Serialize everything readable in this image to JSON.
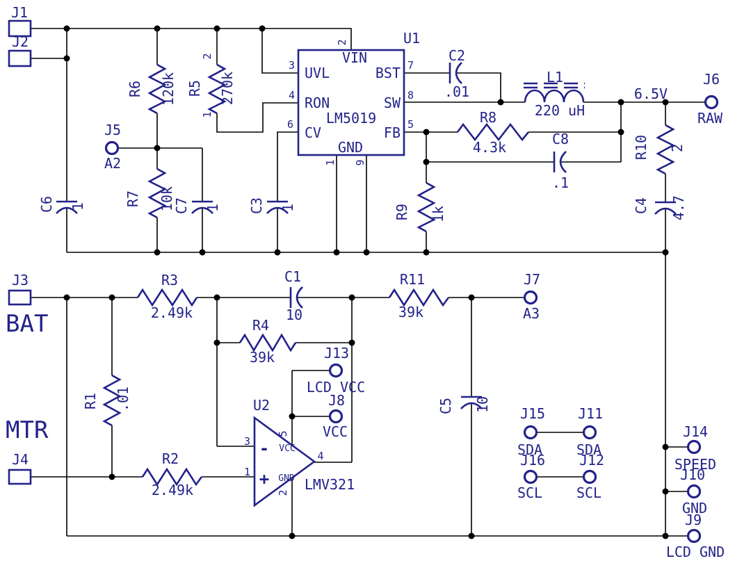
{
  "colors": {
    "wire": "#000000",
    "symbol": "#22228a",
    "background": "#ffffff"
  },
  "nets": {
    "output": "6.5V"
  },
  "connectors": {
    "j1": {
      "ref": "J1"
    },
    "j2": {
      "ref": "J2"
    },
    "j3": {
      "ref": "J3",
      "net": "BAT"
    },
    "j4": {
      "ref": "J4",
      "net": "MTR"
    },
    "j5": {
      "ref": "J5",
      "net": "A2"
    },
    "j6": {
      "ref": "J6",
      "net": "RAW"
    },
    "j7": {
      "ref": "J7",
      "net": "A3"
    },
    "j8": {
      "ref": "J8",
      "net": "VCC"
    },
    "j9": {
      "ref": "J9",
      "net": "LCD GND"
    },
    "j10": {
      "ref": "J10",
      "net": "GND"
    },
    "j11": {
      "ref": "J11",
      "net": "SDA"
    },
    "j12": {
      "ref": "J12",
      "net": "SCL"
    },
    "j13": {
      "ref": "J13",
      "net": "LCD VCC"
    },
    "j14": {
      "ref": "J14",
      "net": "SPEED"
    },
    "j15": {
      "ref": "J15",
      "net": "SDA"
    },
    "j16": {
      "ref": "J16",
      "net": "SCL"
    }
  },
  "resistors": {
    "r1": {
      "ref": "R1",
      "value": ".01"
    },
    "r2": {
      "ref": "R2",
      "value": "2.49k"
    },
    "r3": {
      "ref": "R3",
      "value": "2.49k"
    },
    "r4": {
      "ref": "R4",
      "value": "39k"
    },
    "r5": {
      "ref": "R5",
      "value": "270k",
      "pin_top": "2",
      "pin_bottom": "1"
    },
    "r6": {
      "ref": "R6",
      "value": "120k"
    },
    "r7": {
      "ref": "R7",
      "value": "10k"
    },
    "r8": {
      "ref": "R8",
      "value": "4.3k"
    },
    "r9": {
      "ref": "R9",
      "value": "1k"
    },
    "r10": {
      "ref": "R10",
      "value": "2"
    },
    "r11": {
      "ref": "R11",
      "value": "39k"
    }
  },
  "capacitors": {
    "c1": {
      "ref": "C1",
      "value": "10"
    },
    "c2": {
      "ref": "C2",
      "value": ".01"
    },
    "c3": {
      "ref": "C3",
      "value": "1"
    },
    "c4": {
      "ref": "C4",
      "value": "4.7"
    },
    "c5": {
      "ref": "C5",
      "value": "10"
    },
    "c6": {
      "ref": "C6",
      "value": "1"
    },
    "c7": {
      "ref": "C7",
      "value": "1"
    },
    "c8": {
      "ref": "C8",
      "value": ".1"
    }
  },
  "inductors": {
    "l1": {
      "ref": "L1",
      "value": "220 uH"
    }
  },
  "ics": {
    "u1": {
      "ref": "U1",
      "part": "LM5019",
      "pins": {
        "vin": {
          "name": "VIN",
          "num": "2"
        },
        "uvl": {
          "name": "UVL",
          "num": "3"
        },
        "ron": {
          "name": "RON",
          "num": "4"
        },
        "cv": {
          "name": "CV",
          "num": "6"
        },
        "bst": {
          "name": "BST",
          "num": "7"
        },
        "sw": {
          "name": "SW",
          "num": "8"
        },
        "fb": {
          "name": "FB",
          "num": "5"
        },
        "gnd": {
          "name": "GND",
          "num_a": "1",
          "num_b": "9"
        }
      }
    },
    "u2": {
      "ref": "U2",
      "part": "LMV321",
      "pins": {
        "inv": {
          "sign": "-",
          "num": "3"
        },
        "noninv": {
          "sign": "+",
          "num": "1"
        },
        "out": {
          "num": "4"
        },
        "vcc": {
          "name": "VCC",
          "num": "5"
        },
        "gnd": {
          "name": "GND",
          "num": "2"
        }
      }
    }
  }
}
